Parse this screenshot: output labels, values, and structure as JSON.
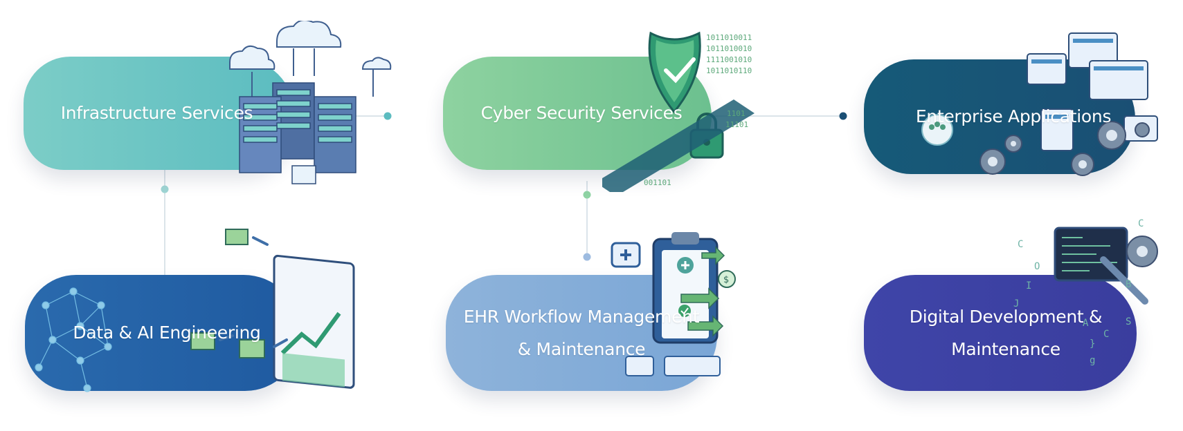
{
  "services": [
    {
      "id": "infra",
      "lines": [
        "Infrastructure Services"
      ]
    },
    {
      "id": "cyber",
      "lines": [
        "Cyber Security Services"
      ]
    },
    {
      "id": "ent",
      "lines": [
        "Enterprise Applications"
      ]
    },
    {
      "id": "data",
      "lines": [
        "Data & AI Engineering"
      ]
    },
    {
      "id": "ehr",
      "lines": [
        "EHR Workflow Management",
        "& Maintenance"
      ]
    },
    {
      "id": "dig",
      "lines": [
        "Digital Development &",
        "Maintenance"
      ]
    }
  ],
  "decor_text": {
    "binary_top": [
      "1011010011",
      "1011010010",
      "1111001010",
      "1011010110"
    ],
    "binary_right": [
      "1101",
      "11101"
    ],
    "binary_bottom": "001101",
    "code_glyphs": [
      "C",
      "C",
      "O",
      "I",
      "J",
      "A",
      "S",
      "g",
      "B",
      "C",
      "}"
    ],
    "dollar": "$"
  },
  "colors": {
    "infra": "#6cc4c3",
    "cyber": "#7fca98",
    "ent": "#185574",
    "data": "#2463a7",
    "ehr": "#86aed8",
    "dig": "#3c41a3",
    "connector": "#c9d6de"
  },
  "icons": [
    "cloud-server-icon",
    "shield-lock-icon",
    "app-windows-gears-icon",
    "analytics-network-icon",
    "clinical-clipboard-icon",
    "code-wrench-gear-icon"
  ]
}
